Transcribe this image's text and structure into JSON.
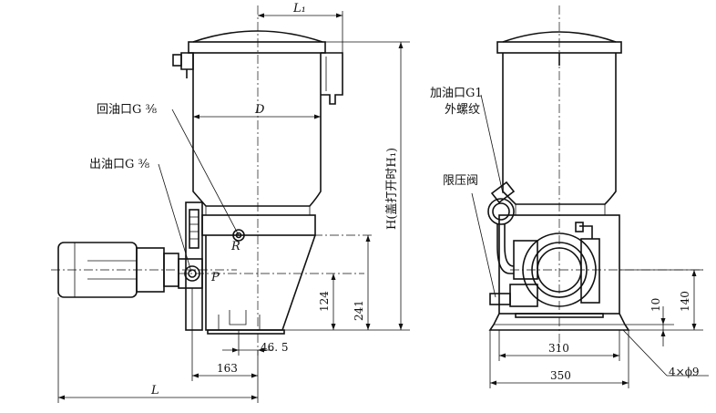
{
  "labels": {
    "return_port": "回油口G ³⁄₈",
    "outlet_port": "出油口G ³⁄₈",
    "filler_port_line1": "加油口G1",
    "filler_port_line2": "外螺纹",
    "pressure_valve": "限压阀",
    "height_label": "H(盖打开时H₁)",
    "point_R": "R",
    "point_P": "P",
    "dim_L1": "L₁",
    "dim_D": "D",
    "dim_L": "L"
  },
  "dimensions": {
    "d163": "163",
    "d46_5": "46. 5",
    "d124": "124",
    "d241": "241",
    "d310": "310",
    "d350": "350",
    "d10": "10",
    "d140": "140",
    "holes": "4×ϕ9"
  }
}
